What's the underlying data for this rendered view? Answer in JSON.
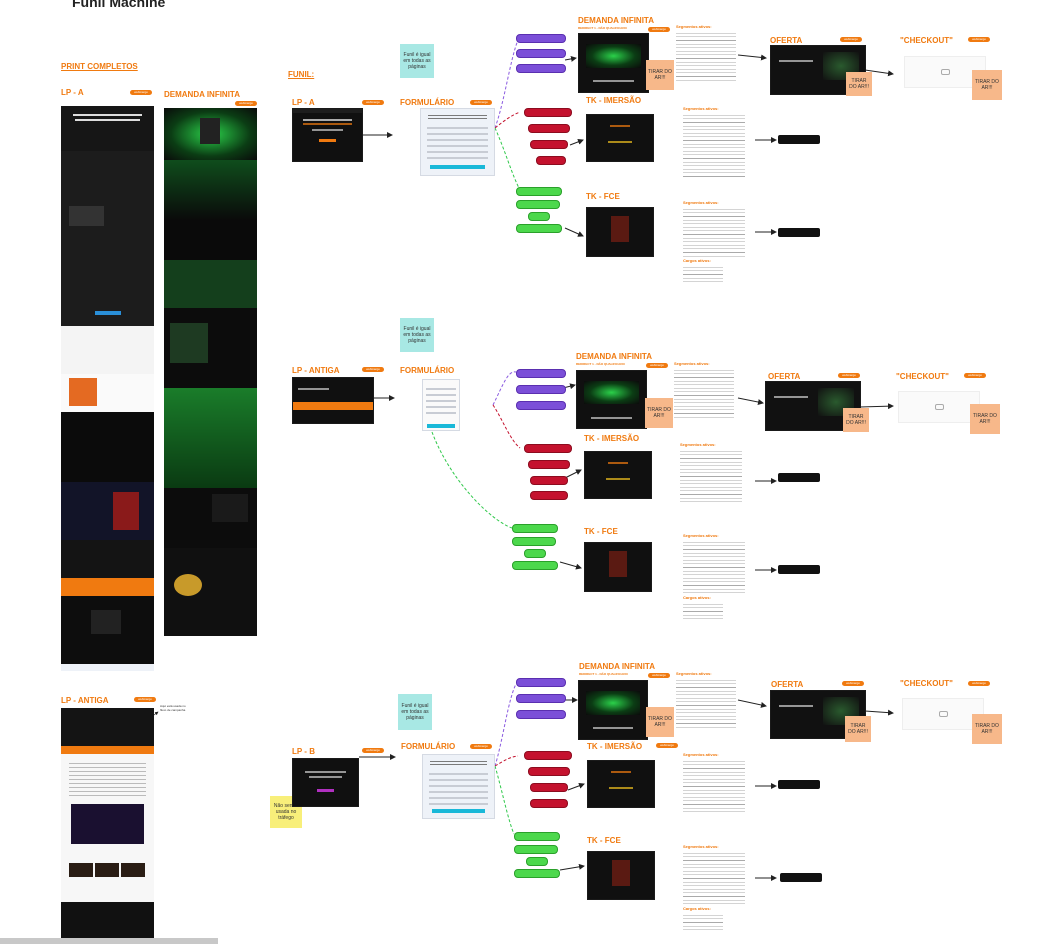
{
  "page_title": "Funil Machine",
  "left": {
    "print_completos": "PRINT COMPLETOS",
    "lp_a": "LP - A",
    "demanda_infinita": "DEMANDA INFINITA",
    "lp_antiga": "LP - ANTIGA",
    "comment": "Aqui está usada no fluxo de campanha"
  },
  "funil_label": "FUNIL:",
  "tag_text": "webinargo",
  "sticky_funil": "Funil é igual em todas as páginas",
  "sticky_tirar": "TIRAR DO AR!!!",
  "sticky_nao_usada": "Não sendo usada no tráfego",
  "rows": [
    {
      "lp": "LP - A",
      "form": "FORMULÁRIO",
      "demanda": "DEMANDA INFINITA",
      "imersao": "TK - IMERSÃO",
      "fce": "TK - FCE",
      "oferta": "OFERTA",
      "checkout": "\"CHECKOUT\""
    },
    {
      "lp": "LP - ANTIGA",
      "form": "FORMULÁRIO",
      "demanda": "DEMANDA INFINITA",
      "imersao": "TK - IMERSÃO",
      "fce": "TK - FCE",
      "oferta": "OFERTA",
      "checkout": "\"CHECKOUT\""
    },
    {
      "lp": "LP - B",
      "form": "FORMULÁRIO",
      "demanda": "DEMANDA INFINITA",
      "imersao": "TK - IMERSÃO",
      "fce": "TK - FCE",
      "oferta": "OFERTA",
      "checkout": "\"CHECKOUT\""
    }
  ],
  "segmentos": "Segmentos ativos:",
  "cargos": "Cargos ativos:",
  "redirect_label": "REDIRECT 1 - NÃO QUALIFICADO",
  "lp_headline": "Crie uma máquina de vendas que transforma seu marketing em até 12 meses"
}
